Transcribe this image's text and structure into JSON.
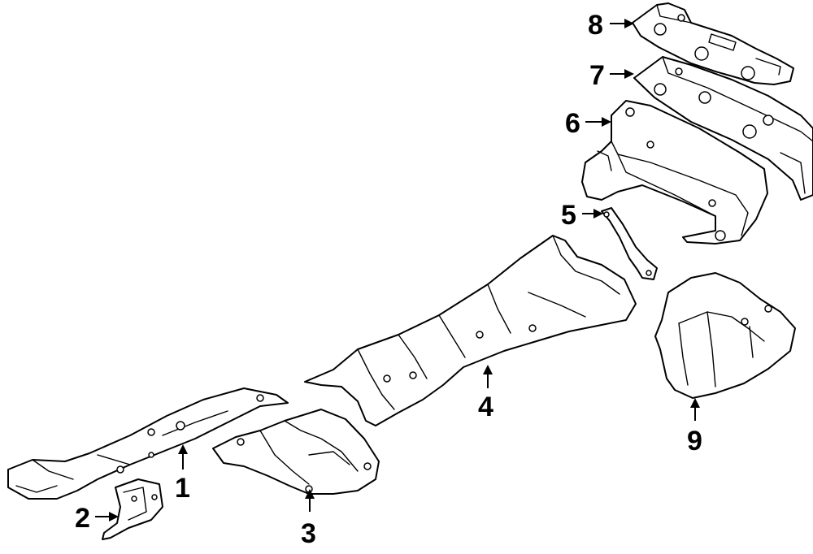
{
  "diagram": {
    "parts": [
      {
        "id": "part-1",
        "label": "1"
      },
      {
        "id": "part-2",
        "label": "2"
      },
      {
        "id": "part-3",
        "label": "3"
      },
      {
        "id": "part-4",
        "label": "4"
      },
      {
        "id": "part-5",
        "label": "5"
      },
      {
        "id": "part-6",
        "label": "6"
      },
      {
        "id": "part-7",
        "label": "7"
      },
      {
        "id": "part-8",
        "label": "8"
      },
      {
        "id": "part-9",
        "label": "9"
      }
    ]
  }
}
